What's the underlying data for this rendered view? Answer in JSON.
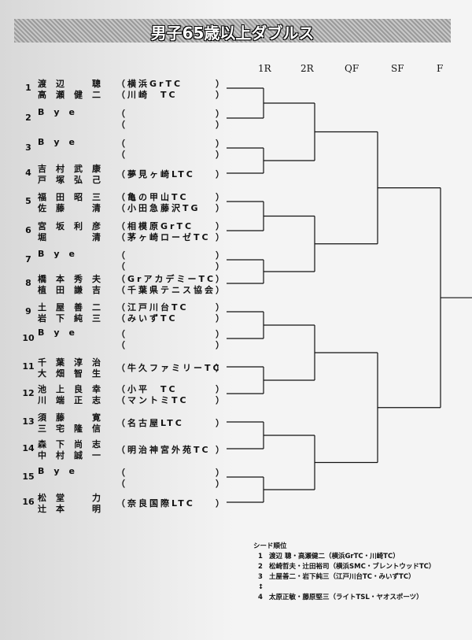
{
  "title": "男子65歳以上ダブルス",
  "rounds": [
    "1R",
    "2R",
    "QF",
    "SF",
    "F"
  ],
  "entries": [
    {
      "num": "1",
      "names": [
        "渡辺　聰",
        "高瀬健二"
      ],
      "clubs": [
        "横浜GrTC",
        "川崎　TC"
      ]
    },
    {
      "num": "2",
      "names": [
        "Bye",
        ""
      ],
      "clubs": [
        "",
        ""
      ]
    },
    {
      "num": "3",
      "names": [
        "Bye",
        ""
      ],
      "clubs": [
        "",
        ""
      ]
    },
    {
      "num": "4",
      "names": [
        "吉村武康",
        "戸塚弘己"
      ],
      "clubs": [
        "夢見ヶ崎LTC"
      ]
    },
    {
      "num": "5",
      "names": [
        "福田昭三",
        "佐藤　清"
      ],
      "clubs": [
        "亀の甲山TC",
        "小田急藤沢TG"
      ]
    },
    {
      "num": "6",
      "names": [
        "宮坂利彦",
        "堀　　清"
      ],
      "clubs": [
        "相模原GrTC",
        "茅ヶ崎ローゼTC"
      ]
    },
    {
      "num": "7",
      "names": [
        "Bye",
        ""
      ],
      "clubs": [
        "",
        ""
      ]
    },
    {
      "num": "8",
      "names": [
        "橋本秀夫",
        "植田謙吉"
      ],
      "clubs": [
        "GrアカデミーTC",
        "千葉県テニス協会"
      ]
    },
    {
      "num": "9",
      "names": [
        "土屋善二",
        "岩下純三"
      ],
      "clubs": [
        "江戸川台TC",
        "みいずTC"
      ]
    },
    {
      "num": "10",
      "names": [
        "Bye",
        ""
      ],
      "clubs": [
        "",
        ""
      ]
    },
    {
      "num": "11",
      "names": [
        "千葉淳治",
        "大畑智生"
      ],
      "clubs": [
        "牛久ファミリーTC"
      ]
    },
    {
      "num": "12",
      "names": [
        "池上良幸",
        "川端正志"
      ],
      "clubs": [
        "小平　TC",
        "マントミTC"
      ]
    },
    {
      "num": "13",
      "names": [
        "須藤　寛",
        "三宅隆信"
      ],
      "clubs": [
        "名古屋LTC"
      ]
    },
    {
      "num": "14",
      "names": [
        "森下尚志",
        "中村誠一"
      ],
      "clubs": [
        "明治神宮外苑TC"
      ]
    },
    {
      "num": "15",
      "names": [
        "Bye",
        ""
      ],
      "clubs": [
        "",
        ""
      ]
    },
    {
      "num": "16",
      "names": [
        "松堂　力",
        "辻本　明"
      ],
      "clubs": [
        "奈良国際LTC"
      ]
    }
  ],
  "seeds": {
    "heading": "シード順位",
    "items": [
      {
        "rank": "1",
        "text": "渡辺 聰・高瀬健二（横浜GrTC・川崎TC）"
      },
      {
        "rank": "2",
        "text": "松崎哲夫・辻田裕司（横浜SMC・ブレントウッドTC）"
      },
      {
        "rank": "3",
        "text": "土屋善二・岩下純三（江戸川台TC・みいずTC）"
      },
      {
        "rank": "↕",
        "text": ""
      },
      {
        "rank": "4",
        "text": "太原正敏・藤原堅三（ライトTSL・ヤオスポーツ）"
      }
    ]
  }
}
